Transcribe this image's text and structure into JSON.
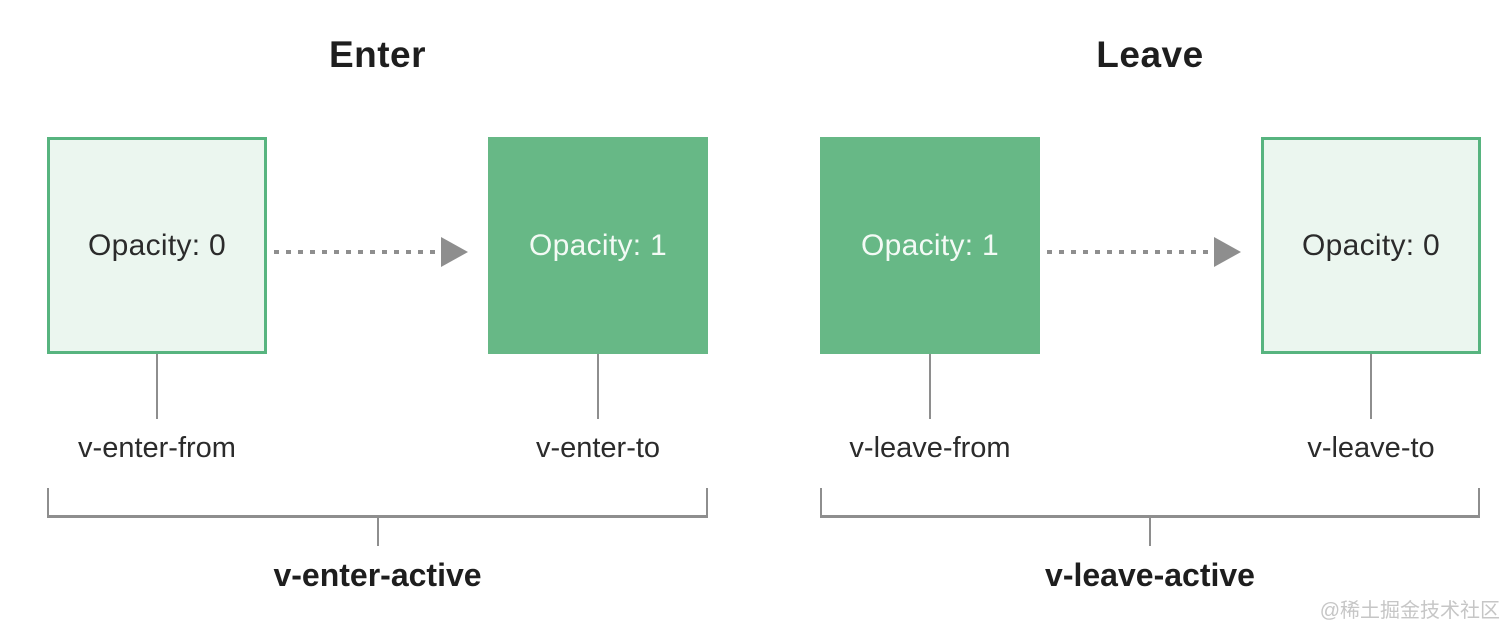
{
  "sections": [
    {
      "id": "enter",
      "title": "Enter",
      "from_box": {
        "text": "Opacity: 0",
        "style": "outline"
      },
      "to_box": {
        "text": "Opacity: 1",
        "style": "solid"
      },
      "from_label": "v-enter-from",
      "to_label": "v-enter-to",
      "active_label": "v-enter-active"
    },
    {
      "id": "leave",
      "title": "Leave",
      "from_box": {
        "text": "Opacity: 1",
        "style": "solid"
      },
      "to_box": {
        "text": "Opacity: 0",
        "style": "outline"
      },
      "from_label": "v-leave-from",
      "to_label": "v-leave-to",
      "active_label": "v-leave-active"
    }
  ],
  "watermark": {
    "text": "@稀土掘金技术社区"
  },
  "colors": {
    "solid_box_fill": "#67b886",
    "outline_box_fill": "#ebf6ef",
    "outline_box_border": "#57b47f",
    "line_gray": "#8e8e8e",
    "title_text": "#1e1e1e",
    "label_text": "#2b2b2b",
    "solid_box_text": "#f3faf5",
    "watermark_text": "#c6c6c6",
    "background": "#ffffff"
  }
}
